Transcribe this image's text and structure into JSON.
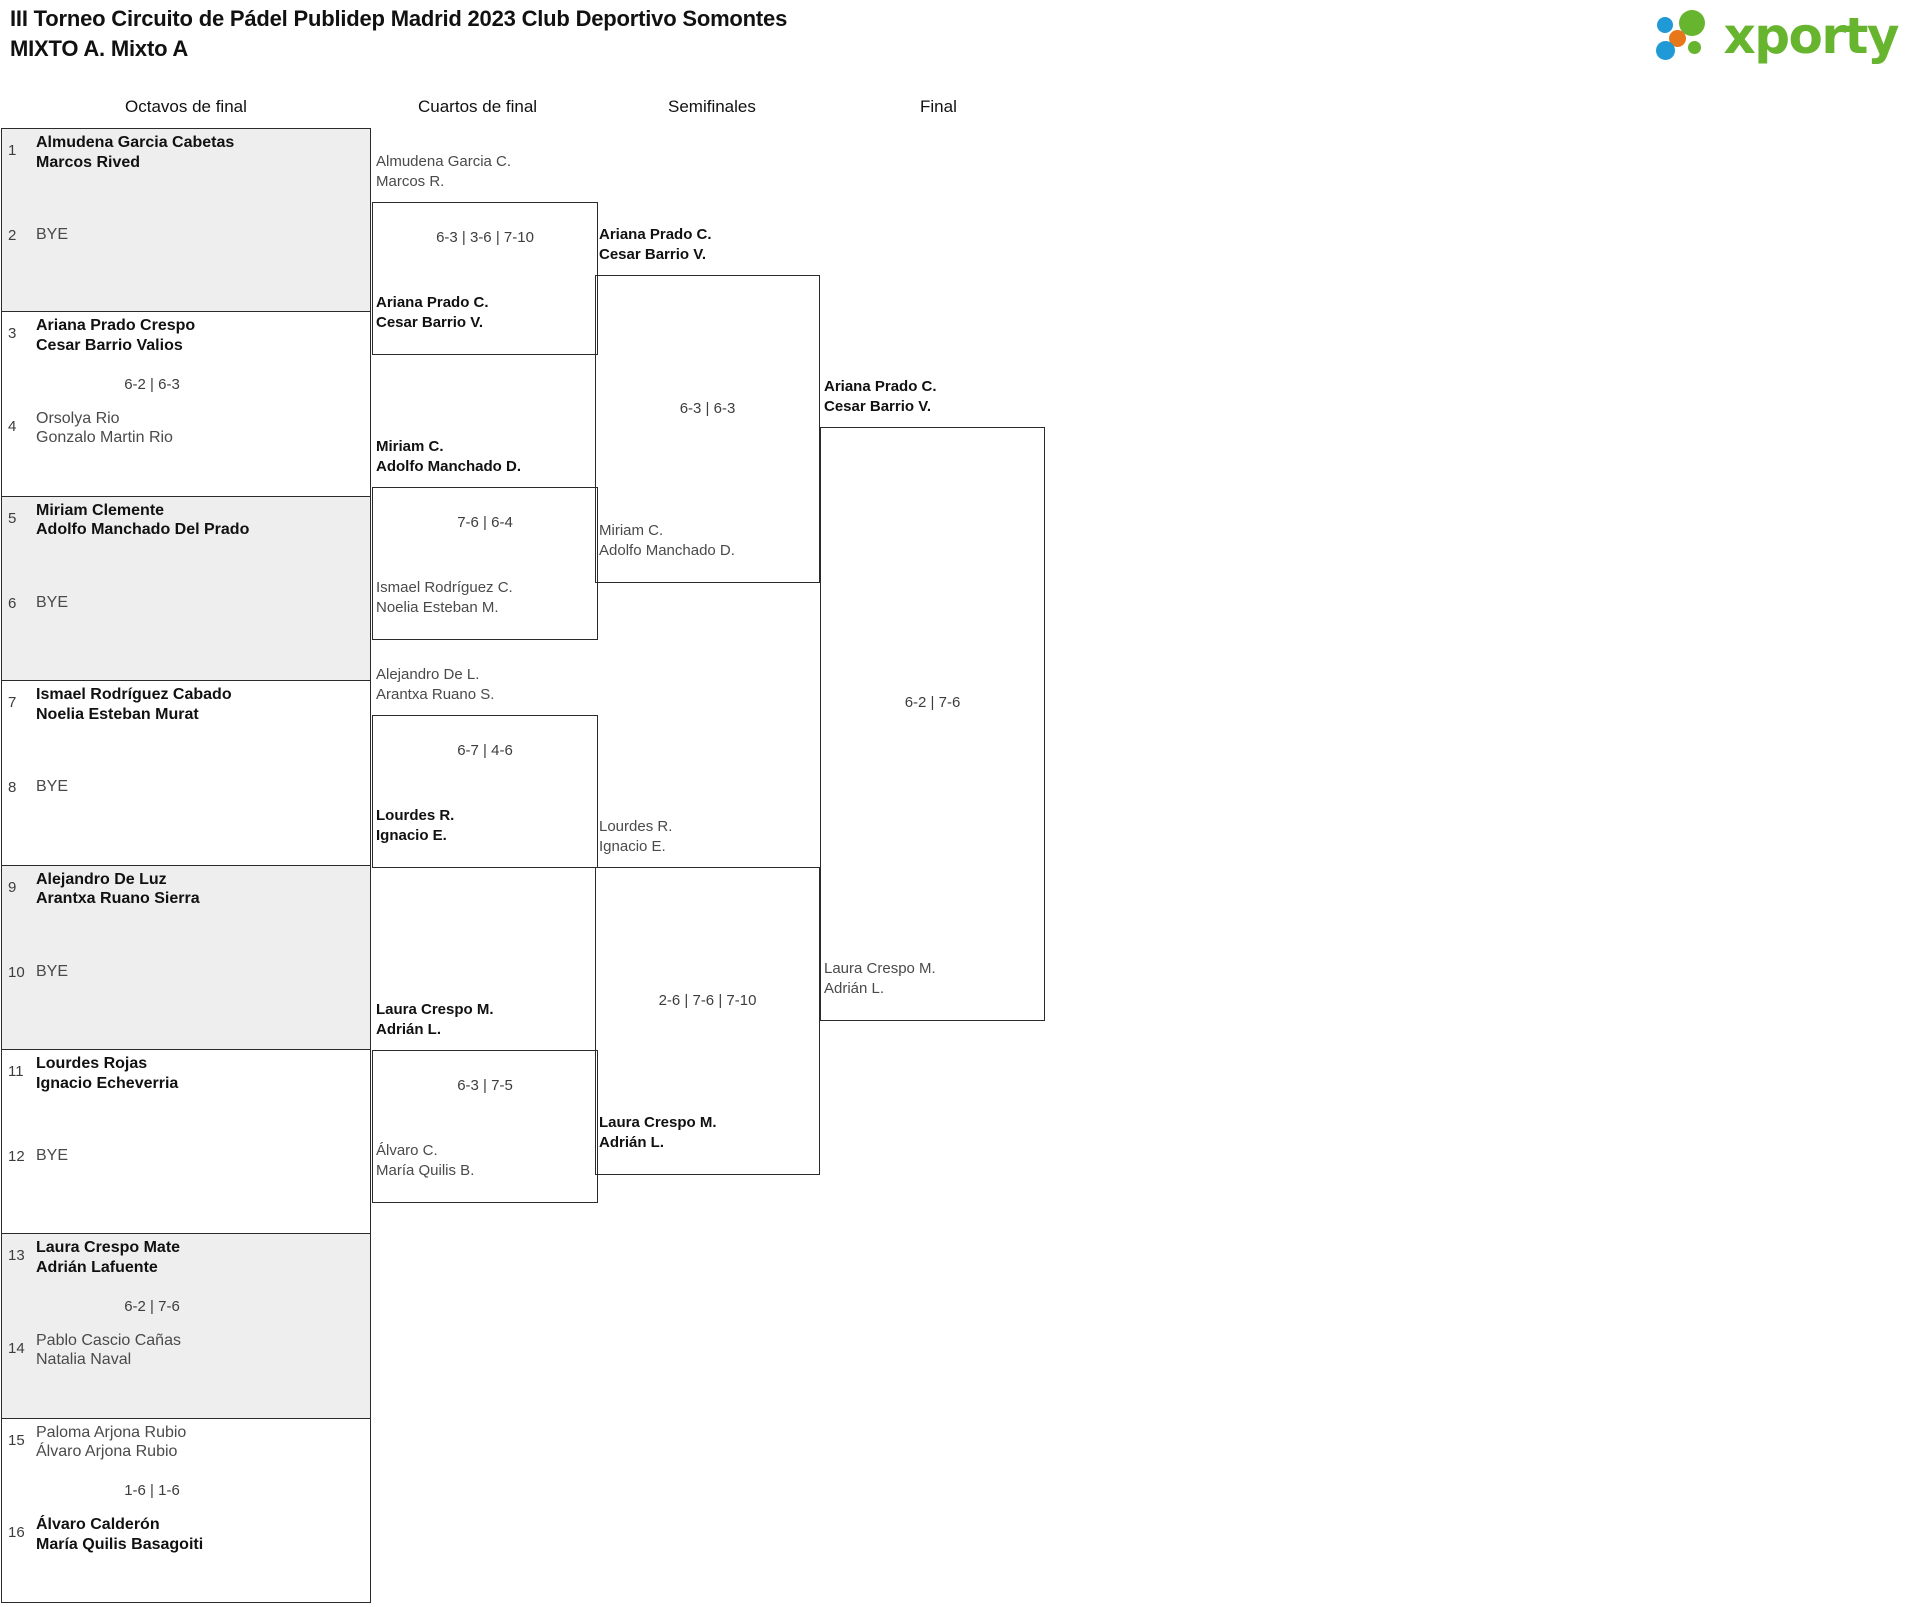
{
  "header": {
    "title_line1": "III Torneo Circuito de Pádel Publidep Madrid 2023 Club Deportivo Somontes",
    "title_line2": "MIXTO A. Mixto A",
    "brand": "xporty"
  },
  "rounds": [
    {
      "label": "Octavos de final"
    },
    {
      "label": "Cuartos de final"
    },
    {
      "label": "Semifinales"
    },
    {
      "label": "Final"
    }
  ],
  "colors": {
    "shade": "#eeeeee",
    "line": "#2b2b2b",
    "winner_text": "#111111",
    "loser_text": "#4a4a4a",
    "brand_green": "#67b42e",
    "brand_blue": "#1f9ad6",
    "brand_orange": "#e8771a"
  },
  "round1": {
    "seeds": [
      "1",
      "2",
      "3",
      "4",
      "5",
      "6",
      "7",
      "8",
      "9",
      "10",
      "11",
      "12",
      "13",
      "14",
      "15",
      "16"
    ],
    "entries": [
      {
        "seed": "1",
        "line1": "Almudena Garcia Cabetas",
        "line2": "Marcos Rived",
        "result": "win"
      },
      {
        "seed": "2",
        "line1": "BYE",
        "line2": "",
        "result": "bye"
      },
      {
        "seed": "3",
        "line1": "Ariana Prado Crespo",
        "line2": "Cesar Barrio Valios",
        "result": "win"
      },
      {
        "seed": "4",
        "line1": "Orsolya Rio",
        "line2": "Gonzalo Martin Rio",
        "result": "lose"
      },
      {
        "seed": "5",
        "line1": "Miriam Clemente",
        "line2": "Adolfo Manchado Del Prado",
        "result": "win"
      },
      {
        "seed": "6",
        "line1": "BYE",
        "line2": "",
        "result": "bye"
      },
      {
        "seed": "7",
        "line1": "Ismael Rodríguez Cabado",
        "line2": "Noelia Esteban Murat",
        "result": "win"
      },
      {
        "seed": "8",
        "line1": "BYE",
        "line2": "",
        "result": "bye"
      },
      {
        "seed": "9",
        "line1": "Alejandro De Luz",
        "line2": "Arantxa Ruano Sierra",
        "result": "win"
      },
      {
        "seed": "10",
        "line1": "BYE",
        "line2": "",
        "result": "bye"
      },
      {
        "seed": "11",
        "line1": "Lourdes Rojas",
        "line2": "Ignacio Echeverria",
        "result": "win"
      },
      {
        "seed": "12",
        "line1": "BYE",
        "line2": "",
        "result": "bye"
      },
      {
        "seed": "13",
        "line1": "Laura Crespo Mate",
        "line2": "Adrián Lafuente",
        "result": "win"
      },
      {
        "seed": "14",
        "line1": "Pablo Cascio Cañas",
        "line2": "Natalia Naval",
        "result": "lose"
      },
      {
        "seed": "15",
        "line1": "Paloma Arjona Rubio",
        "line2": "Álvaro Arjona Rubio",
        "result": "lose"
      },
      {
        "seed": "16",
        "line1": "Álvaro Calderón",
        "line2": "María Quilis Basagoiti",
        "result": "win"
      }
    ],
    "scores": [
      "",
      "6-2 | 6-3",
      "",
      "",
      "",
      "",
      "6-2 | 7-6",
      "1-6 | 1-6"
    ]
  },
  "round2": {
    "matches": [
      {
        "top": {
          "line1": "Almudena Garcia C.",
          "line2": "Marcos R.",
          "result": "lose"
        },
        "bottom": {
          "line1": "Ariana Prado C.",
          "line2": "Cesar Barrio V.",
          "result": "win"
        },
        "score": "6-3 | 3-6 | 7-10"
      },
      {
        "top": {
          "line1": "Miriam C.",
          "line2": "Adolfo Manchado D.",
          "result": "win"
        },
        "bottom": {
          "line1": "Ismael Rodríguez C.",
          "line2": "Noelia Esteban M.",
          "result": "lose"
        },
        "score": "7-6 | 6-4"
      },
      {
        "top": {
          "line1": "Alejandro De L.",
          "line2": "Arantxa Ruano S.",
          "result": "lose"
        },
        "bottom": {
          "line1": "Lourdes R.",
          "line2": "Ignacio E.",
          "result": "win"
        },
        "score": "6-7 | 4-6"
      },
      {
        "top": {
          "line1": "Laura Crespo M.",
          "line2": "Adrián L.",
          "result": "win"
        },
        "bottom": {
          "line1": "Álvaro C.",
          "line2": "María Quilis B.",
          "result": "lose"
        },
        "score": "6-3 | 7-5"
      }
    ]
  },
  "round3": {
    "matches": [
      {
        "top": {
          "line1": "Ariana Prado C.",
          "line2": "Cesar Barrio V.",
          "result": "win"
        },
        "bottom": {
          "line1": "Miriam C.",
          "line2": "Adolfo Manchado D.",
          "result": "lose"
        },
        "score": "6-3 | 6-3"
      },
      {
        "top": {
          "line1": "Lourdes R.",
          "line2": "Ignacio E.",
          "result": "lose"
        },
        "bottom": {
          "line1": "Laura Crespo M.",
          "line2": "Adrián L.",
          "result": "win"
        },
        "score": "2-6 | 7-6 | 7-10"
      }
    ]
  },
  "round4": {
    "matches": [
      {
        "top": {
          "line1": "Ariana Prado C.",
          "line2": "Cesar Barrio V.",
          "result": "win"
        },
        "bottom": {
          "line1": "Laura Crespo M.",
          "line2": "Adrián L.",
          "result": "lose"
        },
        "score": "6-2 | 7-6"
      }
    ]
  }
}
